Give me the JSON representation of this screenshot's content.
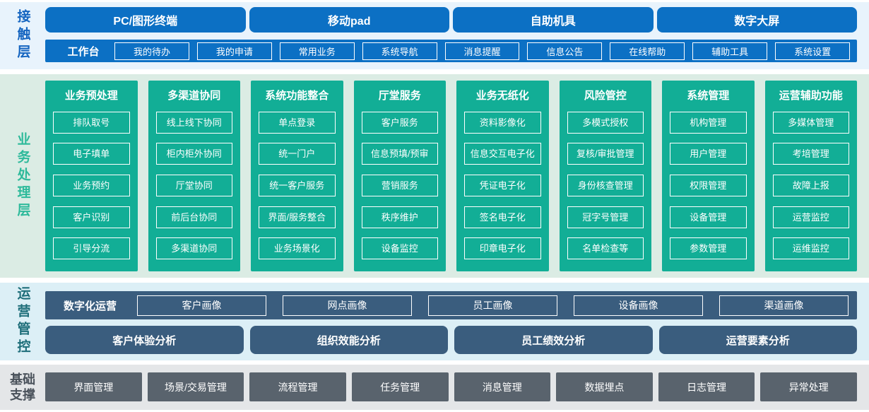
{
  "colors": {
    "terminal_blue": "#0c70c4",
    "business_teal": "#12ae96",
    "operations_slate": "#3a5d7e",
    "foundation_gray": "#59636d",
    "contact_band_bg": "#e8f3fc",
    "business_band_bg": "#dbece4",
    "operations_band_bg": "#dceff6",
    "foundation_band_bg": "#e4e6e8"
  },
  "contact": {
    "label": "接触层",
    "terminals": [
      "PC/图形终端",
      "移动pad",
      "自助机具",
      "数字大屏"
    ],
    "workbench": {
      "label": "工作台",
      "items": [
        "我的待办",
        "我的申请",
        "常用业务",
        "系统导航",
        "消息提醒",
        "信息公告",
        "在线帮助",
        "辅助工具",
        "系统设置"
      ]
    }
  },
  "business": {
    "label": "业务处理层",
    "columns": [
      {
        "title": "业务预处理",
        "items": [
          "排队取号",
          "电子填单",
          "业务预约",
          "客户识别",
          "引导分流"
        ]
      },
      {
        "title": "多渠道协同",
        "items": [
          "线上线下协同",
          "柜内柜外协同",
          "厅堂协同",
          "前后台协同",
          "多渠道协同"
        ]
      },
      {
        "title": "系统功能整合",
        "items": [
          "单点登录",
          "统一门户",
          "统一客户服务",
          "界面/服务整合",
          "业务场景化"
        ]
      },
      {
        "title": "厅堂服务",
        "items": [
          "客户服务",
          "信息预填/预审",
          "营销服务",
          "秩序维护",
          "设备监控"
        ]
      },
      {
        "title": "业务无纸化",
        "items": [
          "资料影像化",
          "信息交互电子化",
          "凭证电子化",
          "签名电子化",
          "印章电子化"
        ]
      },
      {
        "title": "风险管控",
        "items": [
          "多模式授权",
          "复核/审批管理",
          "身份核查管理",
          "冠字号管理",
          "名单检查等"
        ]
      },
      {
        "title": "系统管理",
        "items": [
          "机构管理",
          "用户管理",
          "权限管理",
          "设备管理",
          "参数管理"
        ]
      },
      {
        "title": "运营辅助功能",
        "items": [
          "多媒体管理",
          "考培管理",
          "故障上报",
          "运营监控",
          "运维监控"
        ]
      }
    ]
  },
  "operations": {
    "label": "运营管控",
    "portrait_row": {
      "label": "数字化运营",
      "items": [
        "客户画像",
        "网点画像",
        "员工画像",
        "设备画像",
        "渠道画像"
      ]
    },
    "analysis_row": [
      "客户体验分析",
      "组织效能分析",
      "员工绩效分析",
      "运营要素分析"
    ]
  },
  "foundation": {
    "label": "基础支撑",
    "items": [
      "界面管理",
      "场景/交易管理",
      "流程管理",
      "任务管理",
      "消息管理",
      "数据埋点",
      "日志管理",
      "异常处理"
    ]
  }
}
